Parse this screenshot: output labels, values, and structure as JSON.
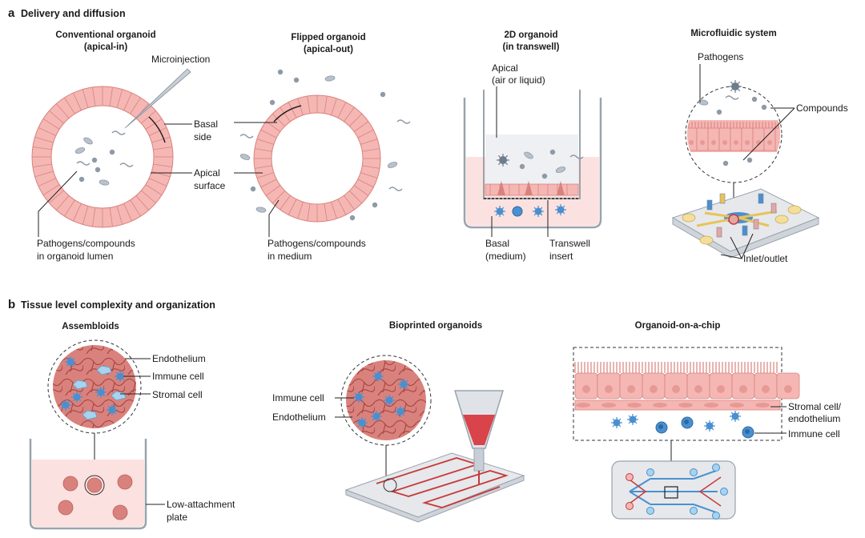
{
  "colors": {
    "cell_fill": "#f5b7b4",
    "cell_stroke": "#d9827d",
    "medium_pink": "#fbe1df",
    "immune_blue": "#4a90d0",
    "pathogen_gray": "#8f9aa7",
    "vessel_red": "#c73a3a",
    "plate_gray": "#e6e8eb"
  },
  "panel_a": {
    "letter": "a",
    "title": "Delivery and diffusion",
    "conventional": {
      "title_line1": "Conventional organoid",
      "title_line2": "(apical-in)",
      "microinjection": "Microinjection",
      "basal_line1": "Basal",
      "basal_line2": "side",
      "apical_line1": "Apical",
      "apical_line2": "surface",
      "lumen_line1": "Pathogens/compounds",
      "lumen_line2": "in organoid lumen"
    },
    "flipped": {
      "title_line1": "Flipped organoid",
      "title_line2": "(apical-out)",
      "medium_line1": "Pathogens/compounds",
      "medium_line2": "in medium"
    },
    "transwell": {
      "title_line1": "2D organoid",
      "title_line2": "(in transwell)",
      "apical_line1": "Apical",
      "apical_line2": "(air or liquid)",
      "basal_line1": "Basal",
      "basal_line2": "(medium)",
      "insert_line1": "Transwell",
      "insert_line2": "insert"
    },
    "microfluidic": {
      "title": "Microfluidic system",
      "pathogens": "Pathogens",
      "compounds": "Compounds",
      "inlet_outlet": "Inlet/outlet"
    }
  },
  "panel_b": {
    "letter": "b",
    "title": "Tissue level complexity and organization",
    "assembloids": {
      "title": "Assembloids",
      "endothelium": "Endothelium",
      "immune_cell": "Immune cell",
      "stromal_cell": "Stromal cell",
      "plate_line1": "Low-attachment",
      "plate_line2": "plate"
    },
    "bioprinted": {
      "title": "Bioprinted organoids",
      "immune_cell": "Immune cell",
      "endothelium": "Endothelium"
    },
    "chip": {
      "title": "Organoid-on-a-chip",
      "stromal_line1": "Stromal cell/",
      "stromal_line2": "endothelium",
      "immune_cell": "Immune cell"
    }
  }
}
